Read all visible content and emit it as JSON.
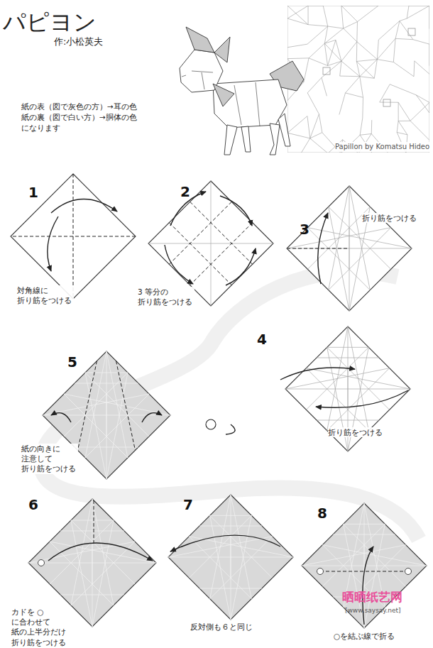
{
  "diagram": {
    "title": "パピヨン",
    "labels": [
      "作:小松英夫",
      "紙の表（図で灰色の方）→耳の色",
      "紙の裏（図で白い方）→胴体の色",
      "になります",
      "Papillon by Komatsu Hideo",
      "1",
      "2",
      "3",
      "4",
      "5",
      "6",
      "7",
      "8",
      "対角線に 折り筋をつける",
      "3 等分の 折り筋をつける",
      "折り筋をつける",
      "折り筋をつける",
      "紙の向きに 注意して 折り筋をつける",
      "カドを ○に合わせて 紙の上半分だけ 折り筋をつける",
      "反対側も６と同じ",
      "○を結ぶ線で折る",
      "晒晒纸艺网",
      "[www.saysay.net]"
    ]
  }
}
